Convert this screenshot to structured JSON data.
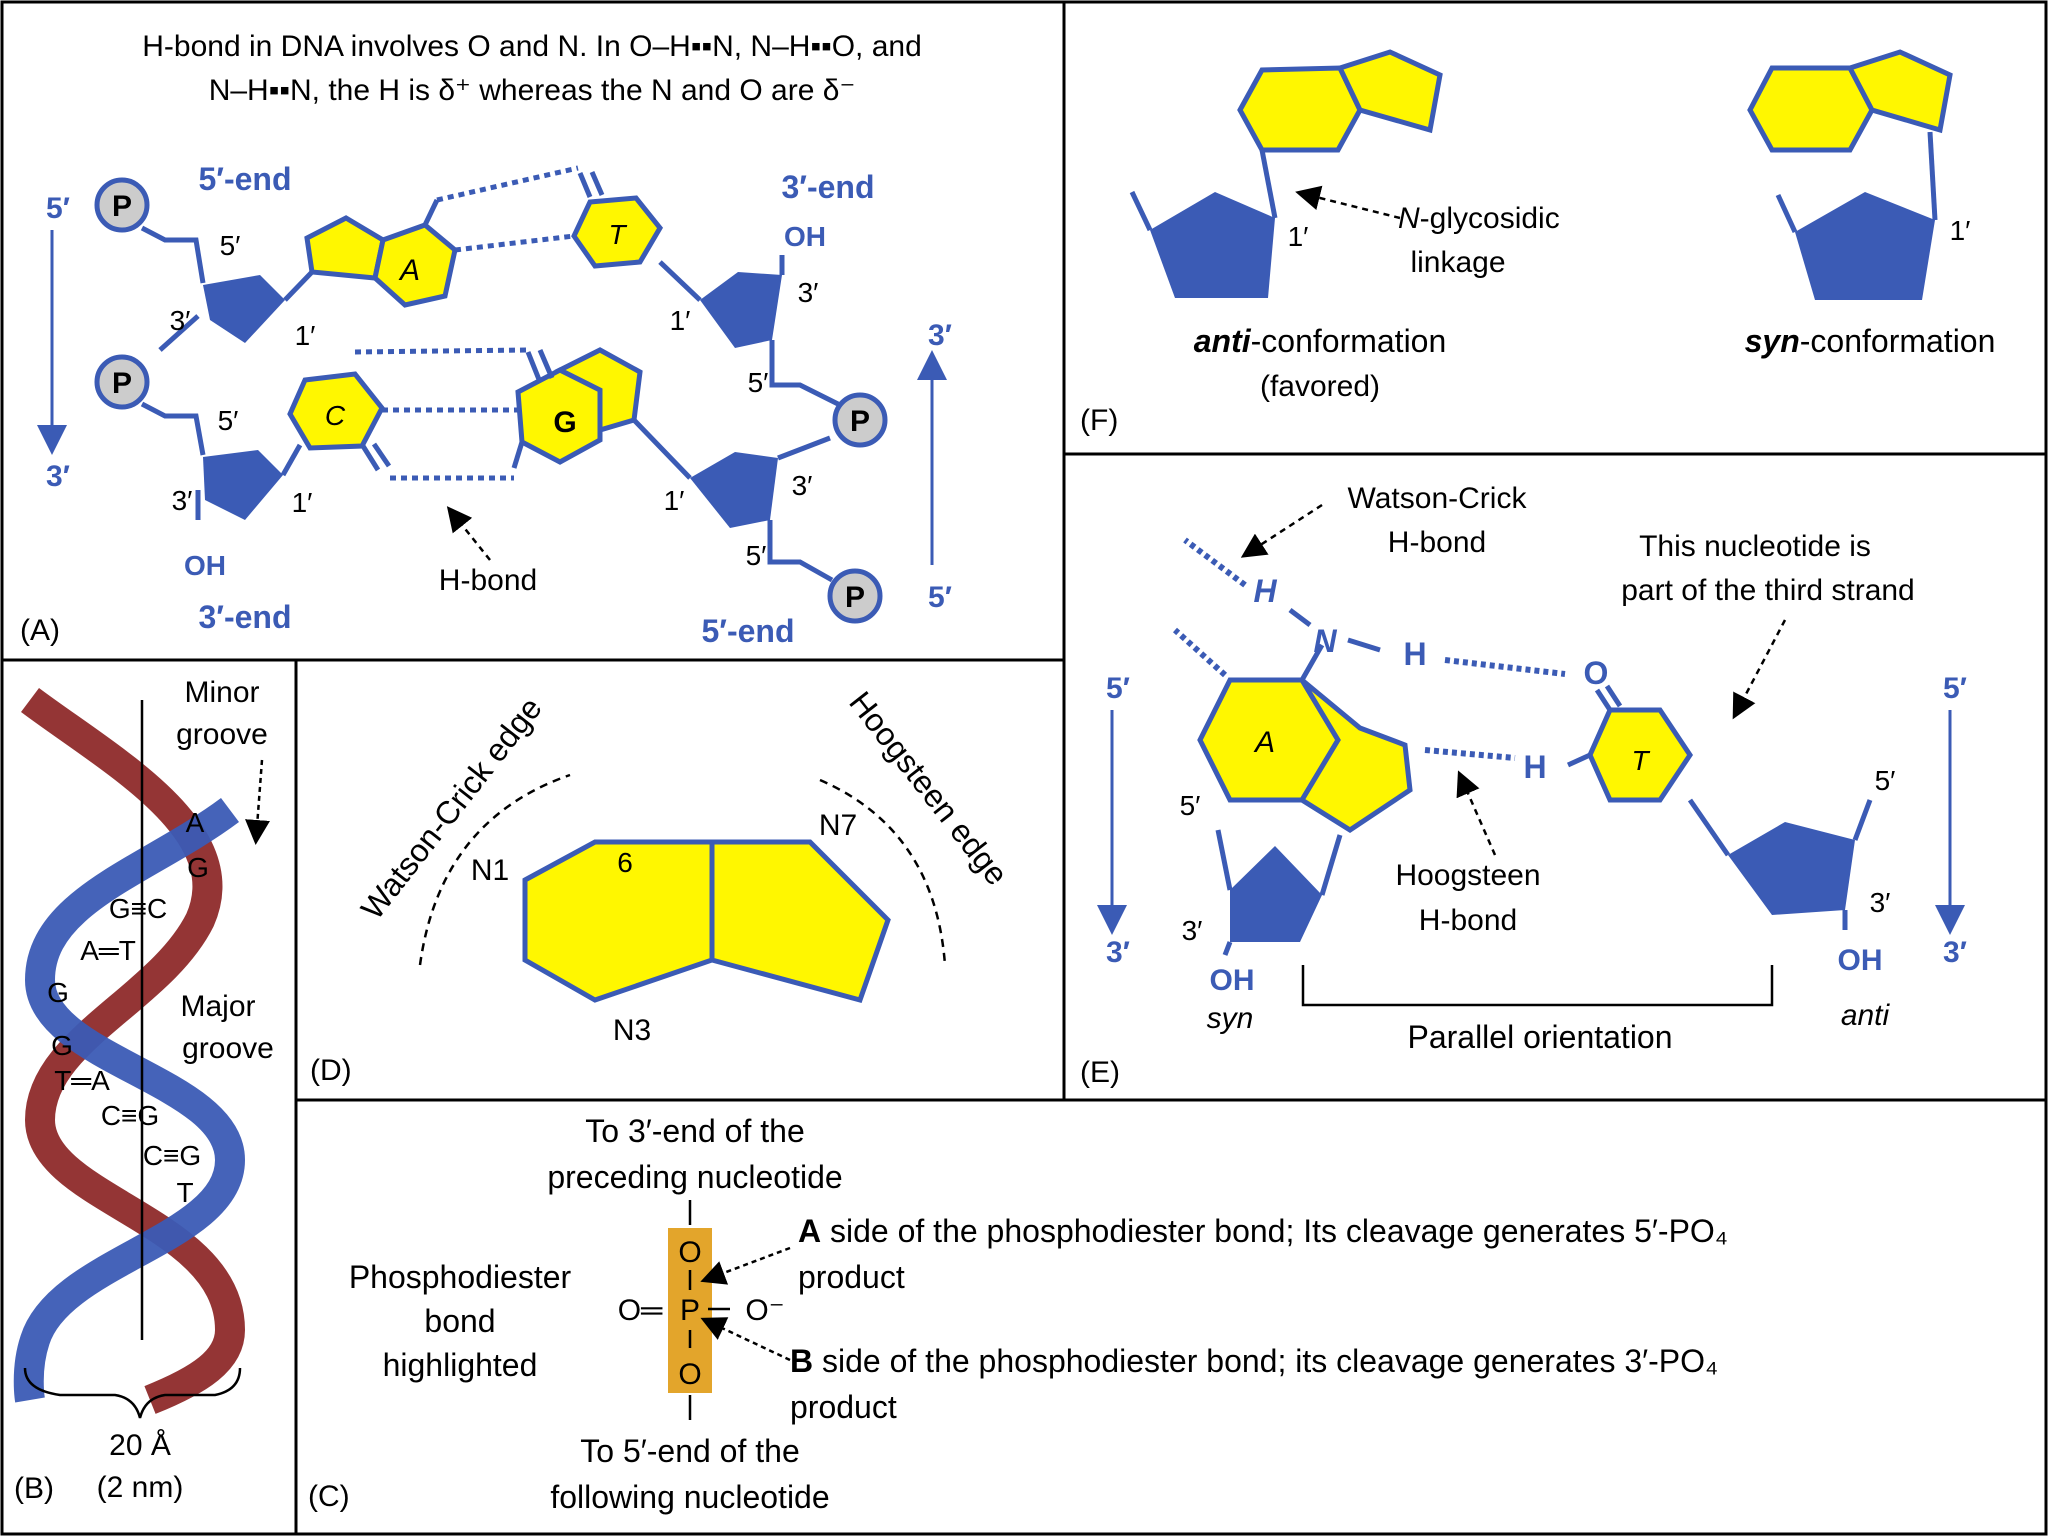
{
  "colors": {
    "blue": "#3B5BB5",
    "yellow": "#FFF700",
    "gray": "#CCCCCC",
    "orange": "#E3A52B",
    "helixRed": "#8E2A2A"
  },
  "panelA": {
    "label": "(A)",
    "caption1": "H-bond in DNA involves O and N. In O–H▪▪N, N–H▪▪O, and",
    "caption2": "N–H▪▪N, the H is δ⁺ whereas the N and O are δ⁻",
    "end5top": "5′-end",
    "end3topRight": "3′-end",
    "end3bottomLeft": "3′-end",
    "end5bottomRight": "5′-end",
    "arrowLeftTop": "5′",
    "arrowLeftBottom": "3′",
    "arrowRightTop": "3′",
    "arrowRightBottom": "5′",
    "phosphate": "P",
    "oh": "OH",
    "p5": "5′",
    "p3": "3′",
    "p1": "1′",
    "baseA": "A",
    "baseT": "T",
    "baseC": "C",
    "baseG": "G",
    "hbond": "H-bond"
  },
  "panelB": {
    "label": "(B)",
    "minor": "Minor",
    "groove": "groove",
    "major": "Major",
    "width1": "20 Å",
    "width2": "(2 nm)",
    "pairs": [
      "A",
      "G",
      "G≡C",
      "A═T",
      "G",
      "G",
      "T═A",
      "C≡G",
      "C≡G",
      "T"
    ]
  },
  "panelC": {
    "label": "(C)",
    "top1": "To 3′-end of the",
    "top2": "preceding nucleotide",
    "bot1": "To 5′-end of the",
    "bot2": "following nucleotide",
    "left1": "Phosphodiester",
    "left2": "bond",
    "left3": "highlighted",
    "o": "O",
    "p": "P",
    "oMinus": "O⁻",
    "oDouble": "O═",
    "sideA_bold": "A",
    "sideA_text": " side of the phosphodiester bond; Its cleavage generates 5′-PO₄",
    "sideA_2": "product",
    "sideB_bold": "B",
    "sideB_text": " side of the phosphodiester bond; its cleavage generates 3′-PO₄",
    "sideB_2": "product"
  },
  "panelD": {
    "label": "(D)",
    "wcEdge": "Watson-Crick edge",
    "hgEdge": "Hoogsteen edge",
    "n1": "N1",
    "n3": "N3",
    "n7": "N7",
    "six": "6"
  },
  "panelE": {
    "label": "(E)",
    "wc1": "Watson-Crick",
    "wc2": "H-bond",
    "third1": "This nucleotide is",
    "third2": "part of the third strand",
    "hg1": "Hoogsteen",
    "hg2": "H-bond",
    "parallel": "Parallel orientation",
    "syn": "syn",
    "anti": "anti",
    "h": "H",
    "n": "N",
    "o": "O",
    "oh": "OH",
    "baseA": "A",
    "baseT": "T",
    "p5": "5′",
    "p3": "3′"
  },
  "panelF": {
    "label": "(F)",
    "glyc1": "N-glycosidic",
    "glyc2": "linkage",
    "antiBold": "anti",
    "antiRest": "-conformation",
    "favored": "(favored)",
    "synBold": "syn",
    "synRest": "-conformation",
    "p1": "1′"
  }
}
